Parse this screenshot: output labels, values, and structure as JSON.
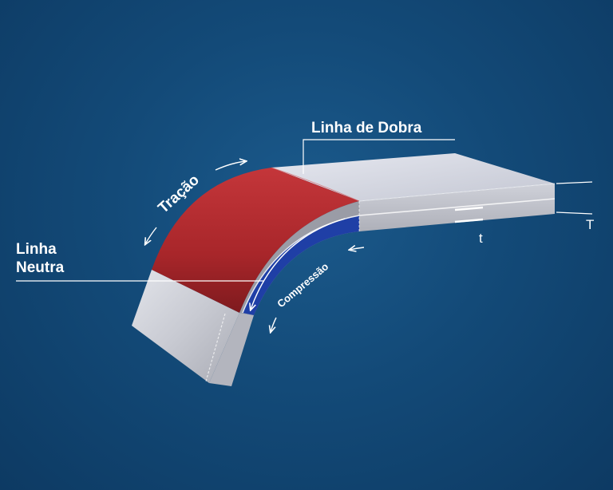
{
  "labels": {
    "bend_line": "Linha de Dobra",
    "neutral_line_1": "Linha",
    "neutral_line_2": "Neutra",
    "tension": "Tração",
    "compression": "Compressão",
    "outer_thickness": "T",
    "inner_thickness": "t"
  },
  "colors": {
    "background": "#134a78",
    "tension_zone": "#a8262a",
    "compression_zone": "#1f3fa6",
    "metal_face": "#d4d6de",
    "metal_side": "#b8bac2"
  }
}
